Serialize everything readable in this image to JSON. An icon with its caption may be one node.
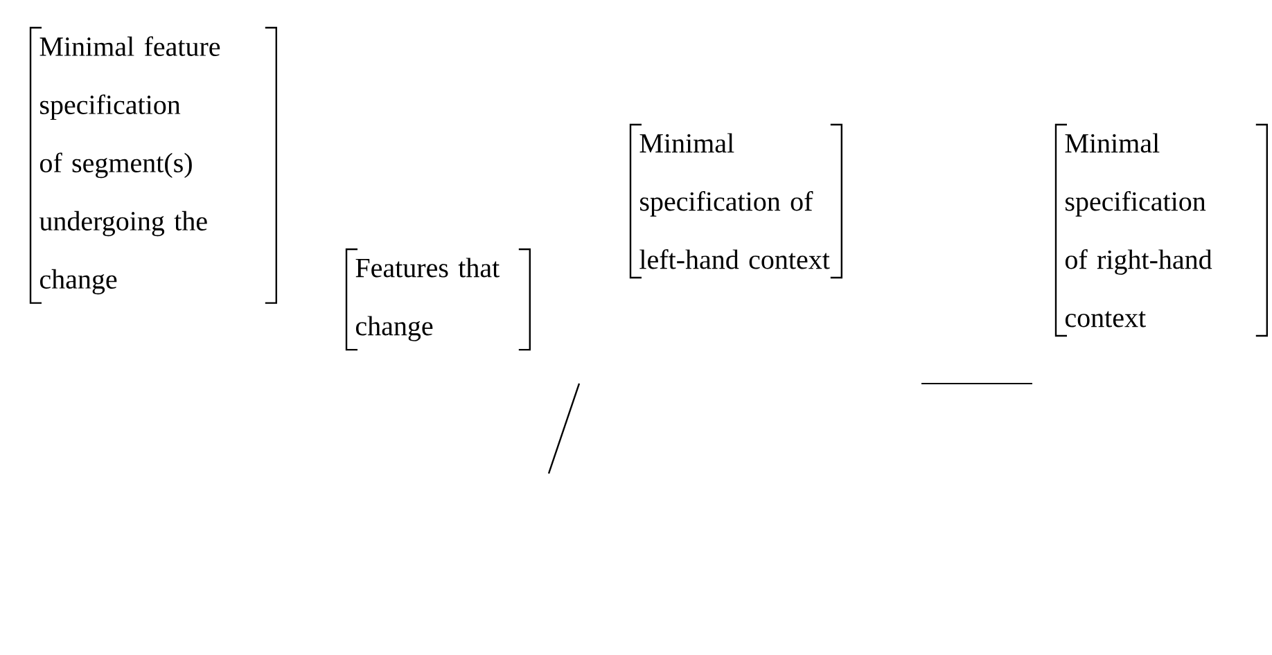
{
  "diagram": {
    "nodes": [
      {
        "text": [
          "Minimal feature specification of segment(s) undergoing the change"
        ]
      },
      {
        "text": [
          "Features that change"
        ]
      },
      {
        "text": [
          "Minimal specification of left-hand context"
        ]
      },
      {
        "text": [
          "Minimal specification of right-hand context"
        ]
      }
    ]
  }
}
